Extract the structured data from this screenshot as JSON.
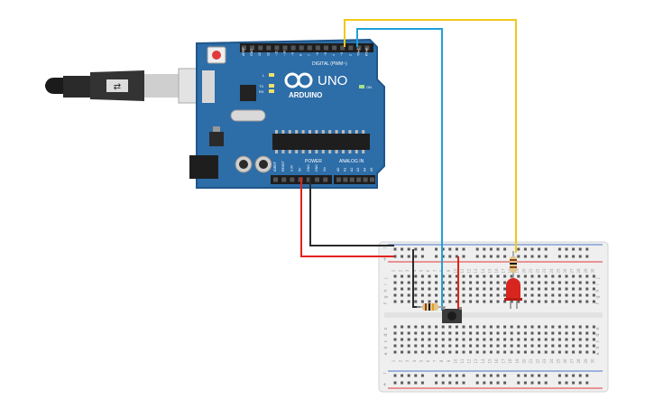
{
  "board": {
    "logo_text": "ARDUINO",
    "model": "UNO",
    "digital_label": "DIGITAL (PWM~)",
    "power_label": "POWER",
    "analog_label": "ANALOG IN",
    "on_label": "ON",
    "l_label": "L",
    "tx_label": "TX",
    "rx_label": "RX",
    "digital_pins": [
      "AREF",
      "GND",
      "13",
      "12",
      "~11",
      "~10",
      "~9",
      "8",
      "7",
      "~6",
      "~5",
      "4",
      "~3",
      "2",
      "TX▸1",
      "RX◂0"
    ],
    "power_pins": [
      "IOREF",
      "RESET",
      "3.3V",
      "5V",
      "GND",
      "GND",
      "Vin"
    ],
    "analog_pins": [
      "A0",
      "A1",
      "A2",
      "A3",
      "A4",
      "A5"
    ]
  },
  "breadboard": {
    "columns": 30,
    "top_rows": [
      "j",
      "i",
      "h",
      "g",
      "f"
    ],
    "bottom_rows": [
      "e",
      "d",
      "c",
      "b",
      "a"
    ],
    "rail_plus": "+",
    "rail_minus": "−"
  },
  "colors": {
    "board": "#2d6da8",
    "board_dark": "#1f568a",
    "wire_yellow": "#f2c81b",
    "wire_blue": "#1da1d9",
    "wire_red": "#e2231a",
    "wire_black": "#2b2b2b",
    "led_red": "#d8261e",
    "rail_red": "#e03a3a",
    "rail_blue": "#4a74c8"
  },
  "icons": {
    "usb": "usb-cable-icon",
    "led": "red-led-icon",
    "button": "pushbutton-icon",
    "resistor": "resistor-icon"
  }
}
